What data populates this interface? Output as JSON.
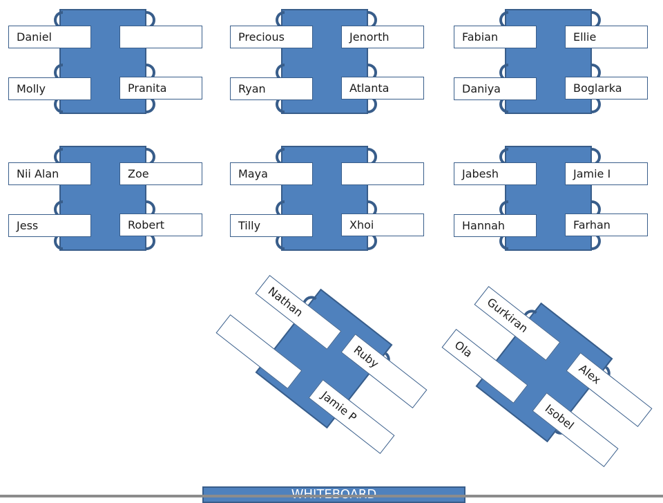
{
  "classroom": {
    "colors": {
      "table_fill": "#4f81bd",
      "table_border": "#385d8a",
      "card_fill": "#ffffff"
    },
    "tables": [
      {
        "seats": [
          "Daniel",
          "",
          "Molly",
          "Pranita"
        ]
      },
      {
        "seats": [
          "Precious",
          "Jenorth",
          "Ryan",
          "Atlanta"
        ]
      },
      {
        "seats": [
          "Fabian",
          "Ellie",
          "Daniya",
          "Boglarka"
        ]
      },
      {
        "seats": [
          "Nii Alan",
          "Zoe",
          "Jess",
          "Robert"
        ]
      },
      {
        "seats": [
          "Maya",
          "",
          "Tilly",
          "Xhoi"
        ]
      },
      {
        "seats": [
          "Jabesh",
          "Jamie I",
          "Hannah",
          "Farhan"
        ]
      }
    ],
    "tilted_tables": [
      {
        "seats": [
          "Nathan",
          "",
          "Ruby",
          "Jamie P"
        ]
      },
      {
        "seats": [
          "Gurkiran",
          "Ola",
          "Alex",
          "Isobel"
        ]
      }
    ],
    "whiteboard_label": "WHITEBOARD"
  }
}
